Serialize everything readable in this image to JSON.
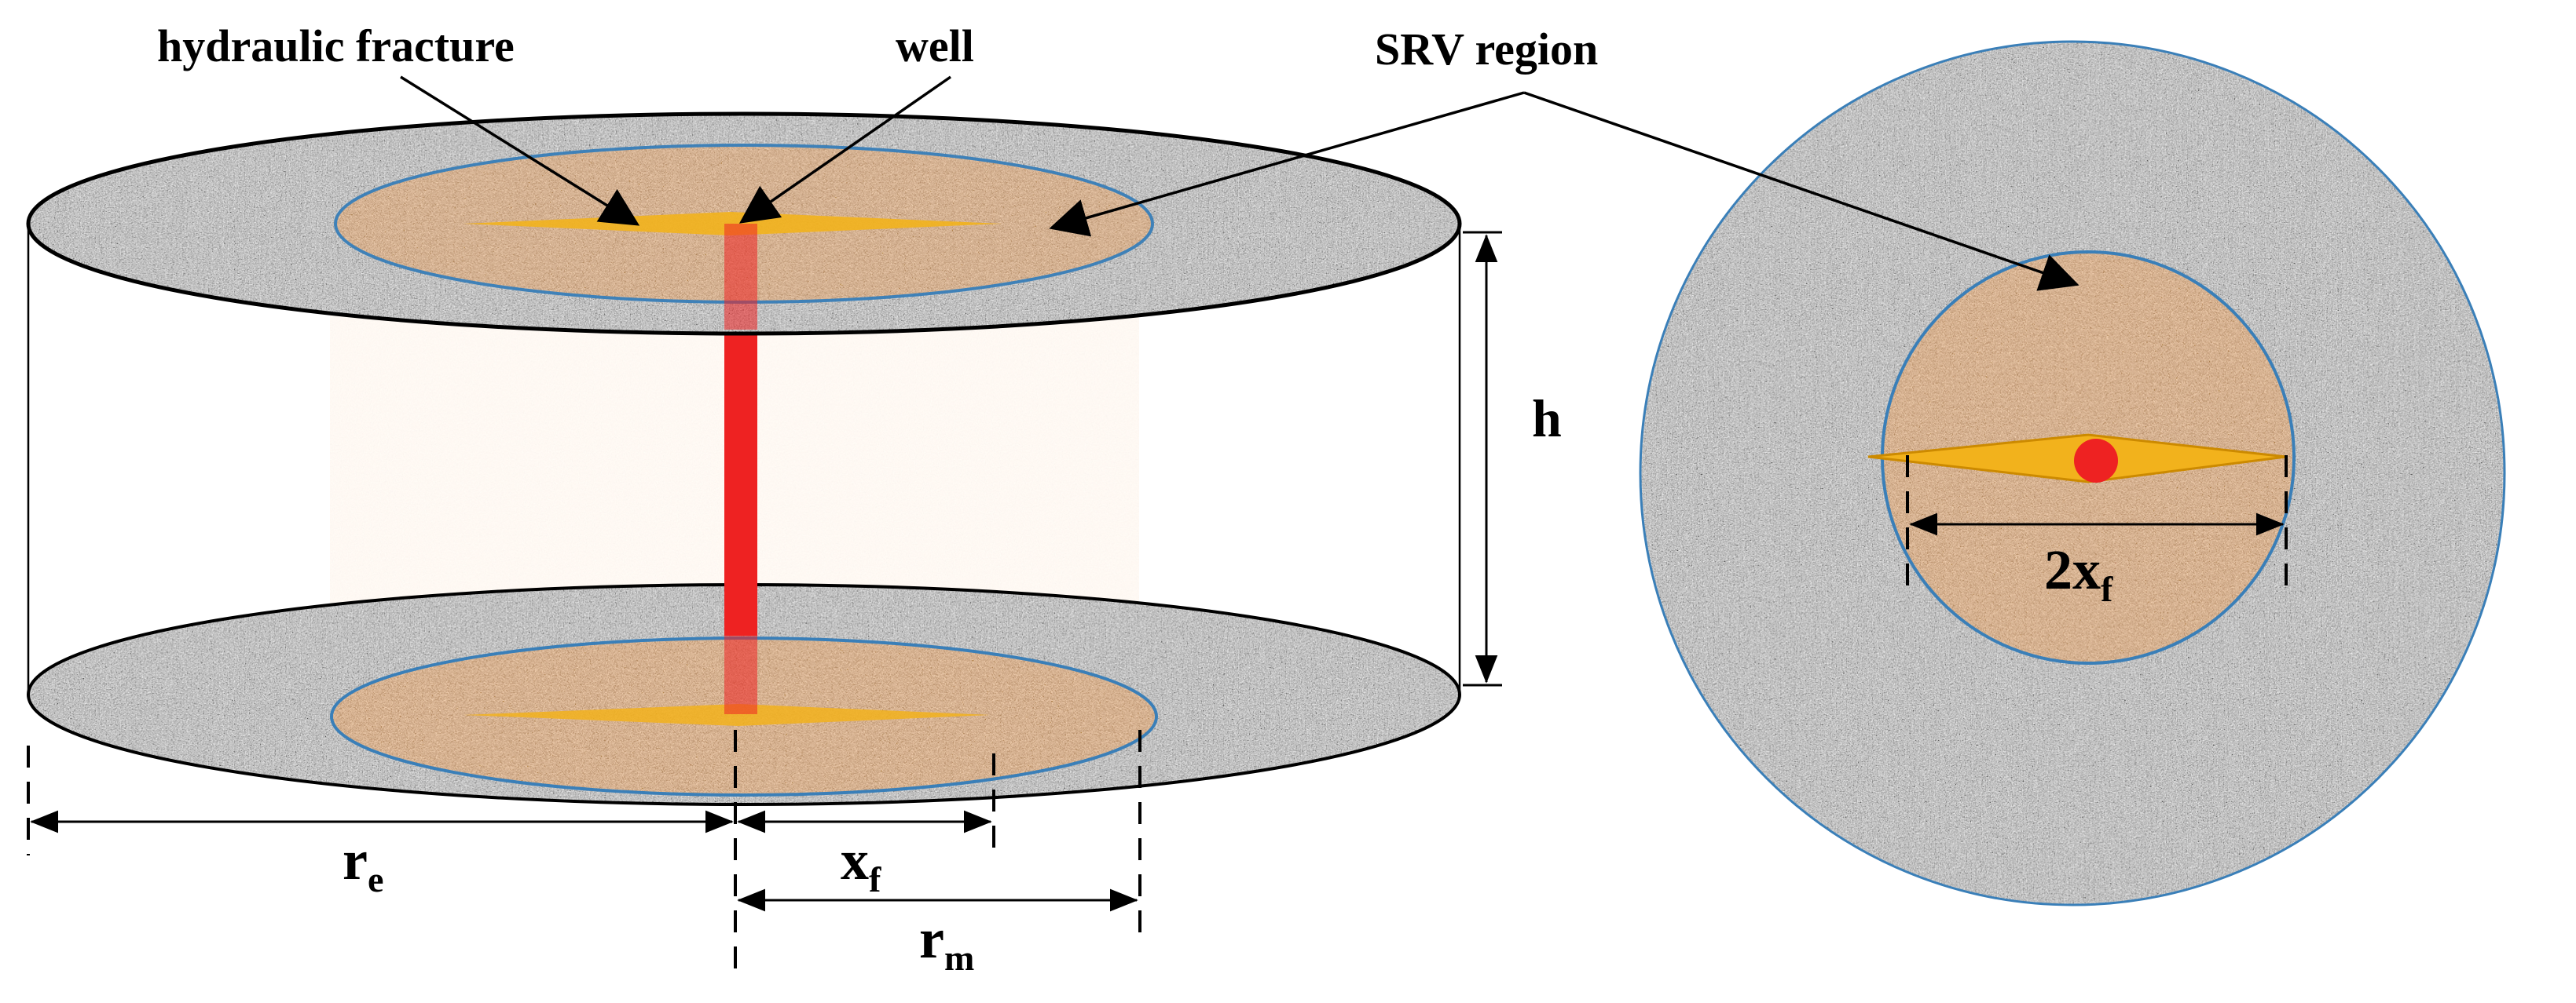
{
  "labels": {
    "hydraulic_fracture": "hydraulic fracture",
    "well": "well",
    "srv_region": "SRV region",
    "h": "h",
    "re_main": "r",
    "re_sub": "e",
    "xf_main": "x",
    "xf_sub": "f",
    "rm_main": "r",
    "rm_sub": "m",
    "two_xf_main": "2x",
    "two_xf_sub": "f"
  },
  "colors": {
    "matrix_rock": "#8f8f8f",
    "srv_rock": "#a08a78",
    "fracture": "#f2b21c",
    "well": "#ee2222",
    "srv_outline": "#3a7fb8",
    "outline": "#000000",
    "srv_body": "#e8ddd4"
  }
}
